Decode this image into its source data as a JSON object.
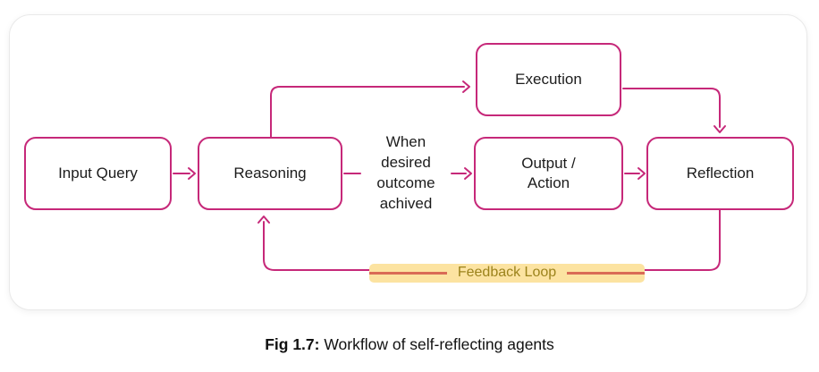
{
  "diagram": {
    "nodes": [
      {
        "id": "input-query",
        "label": "Input Query"
      },
      {
        "id": "reasoning",
        "label": "Reasoning"
      },
      {
        "id": "execution",
        "label": "Execution"
      },
      {
        "id": "output-action",
        "label": "Output /\nAction"
      },
      {
        "id": "reflection",
        "label": "Reflection"
      }
    ],
    "edge_condition": "When\ndesired\noutcome\nachived",
    "feedback_label": "Feedback Loop"
  },
  "caption": {
    "prefix": "Fig 1.7:",
    "text": " Workflow of self-reflecting agents"
  },
  "colors": {
    "accent": "#C62879",
    "highlight-bg": "#FCE3A1",
    "highlight-text": "#9C831C",
    "highlight-dash": "#D96B56",
    "text": "#1C1C1C",
    "card-border": "#E9E9E9"
  }
}
